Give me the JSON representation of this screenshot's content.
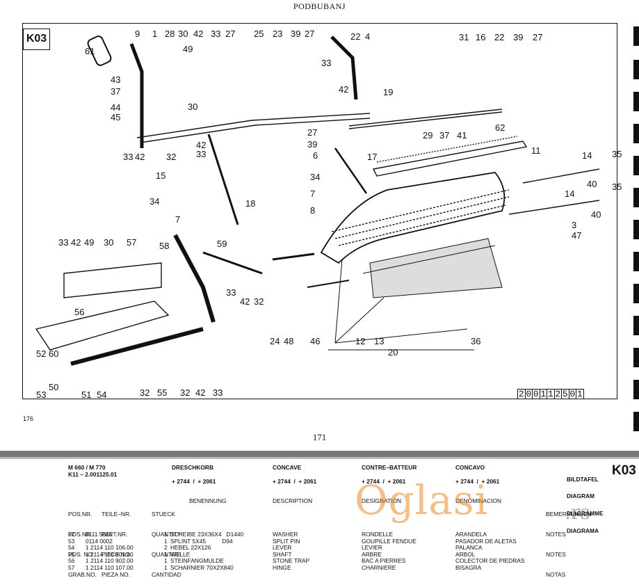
{
  "header": {
    "title": "PODBUBANJ"
  },
  "diagram": {
    "code": "K03",
    "ref_digits": [
      "2",
      "0",
      "0",
      "1",
      "1",
      "2",
      "5",
      "0",
      "1"
    ],
    "callouts": [
      "61",
      "9",
      "1",
      "28",
      "30",
      "42",
      "33",
      "27",
      "25",
      "23",
      "39",
      "27",
      "22",
      "4",
      "31",
      "16",
      "22",
      "39",
      "27",
      "49",
      "43",
      "37",
      "44",
      "45",
      "30",
      "33",
      "42",
      "19",
      "62",
      "33",
      "42",
      "32",
      "42",
      "33",
      "27",
      "39",
      "29",
      "37",
      "41",
      "6",
      "17",
      "11",
      "14",
      "35",
      "15",
      "34",
      "40",
      "7",
      "18",
      "34",
      "7",
      "8",
      "14",
      "35",
      "40",
      "3",
      "47",
      "33",
      "42",
      "49",
      "30",
      "57",
      "58",
      "59",
      "33",
      "42",
      "32",
      "56",
      "24",
      "48",
      "46",
      "12",
      "13",
      "36",
      "20",
      "52",
      "60",
      "53",
      "50",
      "51",
      "54",
      "32",
      "55",
      "32",
      "42",
      "33"
    ]
  },
  "page": {
    "side_number": "176",
    "page_number": "171"
  },
  "table": {
    "model": "M 660 / M 770",
    "serial": "K11 – 2.001125.01",
    "group_de": "DRESCHKORB",
    "group_en": "CONCAVE",
    "group_fr": "CONTRE–BATTEUR",
    "group_es": "CONCAVO",
    "applicability": "+ 2744  /  + 2061",
    "diagram_label": [
      "BILDTAFEL",
      "DIAGRAM",
      "DIAGRAMME",
      "DIAGRAMA"
    ],
    "diagram_code": "K03",
    "col_pos": [
      "POS.NR.",
      "POS.NR.",
      "POS. NO.",
      "GRAB.NO."
    ],
    "col_part": [
      "TEILE–NR.",
      "PART.NR.",
      "PIECE NO.",
      "PIEZA NO."
    ],
    "col_qty": [
      "STUECK",
      "QUANTITY",
      "QUANTITE",
      "CANTIDAD"
    ],
    "col_name": "BENENNUNG",
    "col_desc": "DESCRIPTION",
    "col_designation": "DESIGNATION",
    "col_denomination": "DENOMINACION",
    "col_remarks": [
      "BEMERKUNGEN",
      "NOTES",
      "NOTES",
      "NOTAS"
    ],
    "rows": [
      {
        "pos": "52",
        "part": "0111 5021",
        "qty": "1",
        "de": "SCHEIBE 23X36X4   D1440",
        "en": "WASHER",
        "fr": "RONDELLE",
        "es": "ARANDELA"
      },
      {
        "pos": "53",
        "part": "0114 0002",
        "qty": "1",
        "de": "SPLINT 5X45          D94",
        "en": "SPLIT PIN",
        "fr": "GOUPILLE FENDUE",
        "es": "PASADOR DE ALETAS"
      },
      {
        "pos": "54",
        "part": "1 2114 110 106.00",
        "qty": "2",
        "de": "HEBEL 22X126",
        "en": "LEVER",
        "fr": "LEVIER",
        "es": "PALANCA"
      },
      {
        "pos": "55",
        "part": "1 2114 110 901.00",
        "qty": "1",
        "de": "WELLE",
        "en": "SHAFT",
        "fr": "ARBRE",
        "es": "ARBOL"
      },
      {
        "pos": "56",
        "part": "1 2114 110 902.00",
        "qty": "1",
        "de": "STEINFANGMULDE",
        "en": "STONE TRAP",
        "fr": "BAC A PIERRES",
        "es": "COLECTOR DE PIEDRAS"
      },
      {
        "pos": "57",
        "part": "1 2114 110 107.00",
        "qty": "1",
        "de": "SCHARNIER 70X2X840",
        "en": "HINGE",
        "fr": "CHARNIERE",
        "es": "BISAGRA"
      }
    ]
  },
  "watermark": {
    "text": "Oglasi",
    "suffix": ".rs",
    "color": "#e98a2a"
  }
}
